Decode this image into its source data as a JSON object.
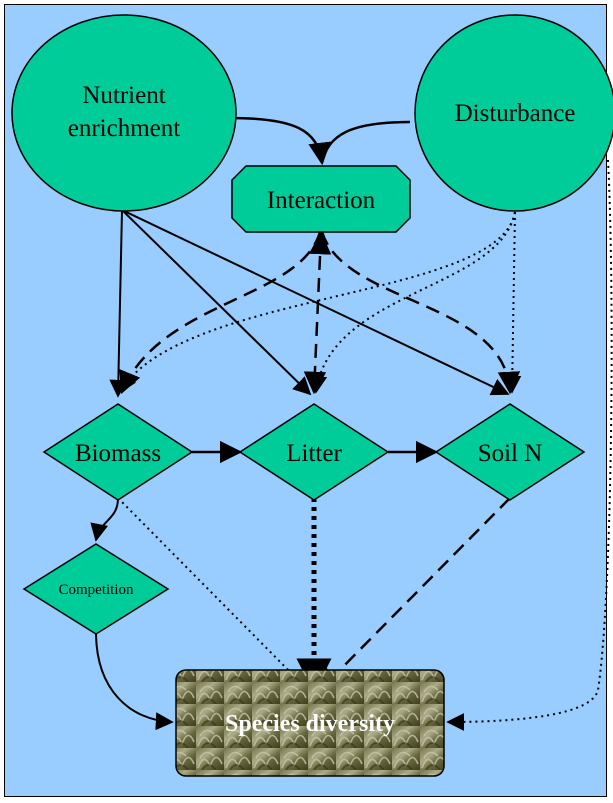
{
  "nodes": {
    "nutrient_enrichment": {
      "line1": "Nutrient",
      "line2": "enrichment"
    },
    "disturbance": {
      "label": "Disturbance"
    },
    "interaction": {
      "label": "Interaction"
    },
    "biomass": {
      "label": "Biomass"
    },
    "litter": {
      "label": "Litter"
    },
    "soil_n": {
      "label": "Soil N"
    },
    "competition": {
      "label": "Competition"
    },
    "species_diversity": {
      "label": "Species diversity"
    }
  },
  "colors": {
    "background": "#99ccff",
    "node_fill": "#00cc99",
    "edge": "#000000",
    "diversity_box": "#6b6b3a",
    "diversity_text": "#ffffff"
  },
  "legend_note": "solid = direct effect, dashed/dotted = indirect effects (line styles shown only, no printed legend)"
}
